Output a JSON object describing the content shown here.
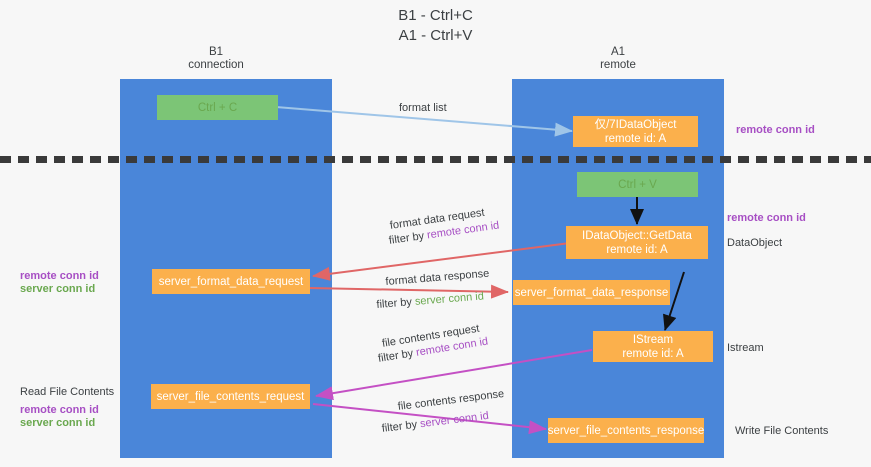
{
  "title_lines": [
    "B1 - Ctrl+C",
    "A1 - Ctrl+V"
  ],
  "lanes": [
    {
      "id": "b1",
      "name": "B1",
      "sub": "connection"
    },
    {
      "id": "a1",
      "name": "A1",
      "sub": "remote"
    }
  ],
  "colors": {
    "lane": "#4a86d9",
    "green_node": "#7cc576",
    "orange_node": "#fbb04c",
    "remote_conn_id": "#a74fc4",
    "server_conn_id": "#6aa84f",
    "arrow_blue": "#9fc5e8",
    "arrow_red": "#e06666",
    "arrow_magenta": "#c450c4",
    "arrow_black": "#000000",
    "divider": "#3a3a3a",
    "background": "#f7f7f7"
  },
  "nodes": {
    "ctrl_c": "Ctrl + C",
    "ctrl_v": "Ctrl + V",
    "idataobject_top_line1": "仅/7IDataObject",
    "idataobject_top_line2": "remote id: A",
    "getdata_line1": "IDataObject::GetData",
    "getdata_line2": "remote id: A",
    "istream_line1": "IStream",
    "istream_line2": "remote id: A",
    "server_format_data_request": "server_format_data_request",
    "server_format_data_response": "server_format_data_response",
    "server_file_contents_request": "server_file_contents_request",
    "server_file_contents_response": "server_file_contents_response"
  },
  "edge_labels": {
    "format_list": "format list",
    "format_data_request": "format data request",
    "format_data_request_filter_prefix": "filter by ",
    "format_data_request_filter_value": "remote conn id",
    "format_data_response": "format data response",
    "format_data_response_filter_prefix": "filter by ",
    "format_data_response_filter_value": "server conn id",
    "file_contents_request": "file contents request",
    "file_contents_request_filter_prefix": "filter by ",
    "file_contents_request_filter_value": "remote conn id",
    "file_contents_response": "file contents response",
    "file_contents_response_filter_prefix": "filter by ",
    "file_contents_response_filter_value": "server conn id"
  },
  "left_annotations": {
    "mid_remote_conn_id": "remote conn id",
    "mid_server_conn_id": "server conn id",
    "read_file_contents": "Read File Contents",
    "bottom_remote_conn_id": "remote conn id",
    "bottom_server_conn_id": "server conn id"
  },
  "right_annotations": {
    "top_remote_conn_id": "remote conn id",
    "mid_remote_conn_id": "remote conn id",
    "dataobject": "DataObject",
    "istream": "Istream",
    "write_file_contents": "Write File Contents"
  }
}
